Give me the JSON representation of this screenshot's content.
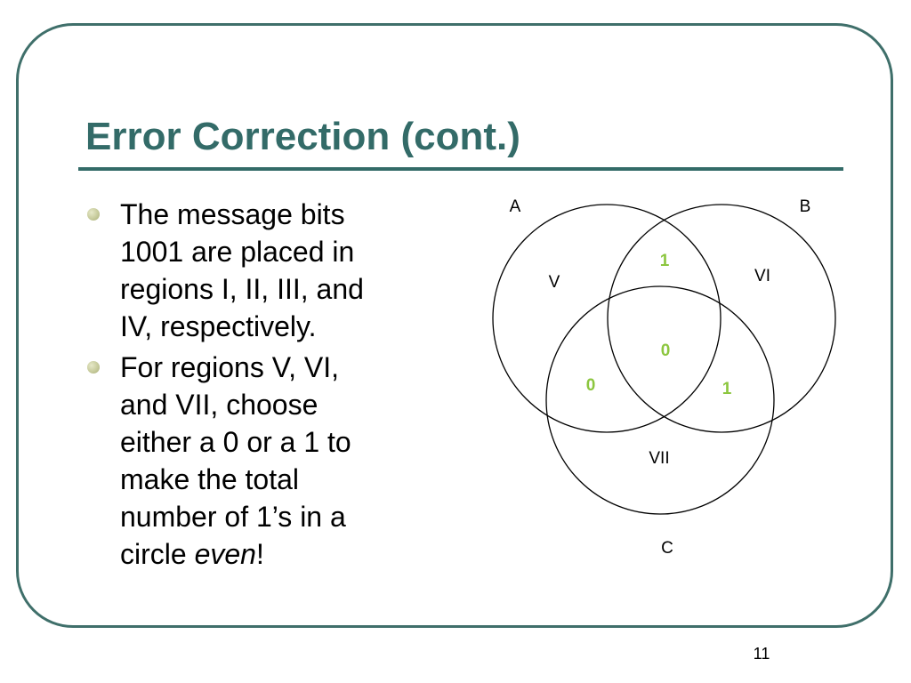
{
  "slide": {
    "title": "Error Correction (cont.)",
    "bullets": [
      {
        "lines": [
          "The message bits",
          "1001 are placed in",
          "regions I, II, III, and",
          "IV, respectively."
        ]
      },
      {
        "lines": [
          "For regions V, VI,",
          "and VII, choose",
          "either a 0 or a 1 to",
          "make the total",
          "number of 1’s in a"
        ],
        "last_line_prefix": "circle ",
        "last_line_emphasis": "even",
        "last_line_suffix": "!"
      }
    ],
    "slide_number": "11"
  },
  "venn": {
    "circle_labels": {
      "a": "A",
      "b": "B",
      "c": "C"
    },
    "region_labels": {
      "v": "V",
      "vi": "VI",
      "vii": "VII"
    },
    "bits": {
      "ab": "1",
      "abc": "0",
      "ac": "0",
      "bc": "1"
    },
    "colors": {
      "bit": "#8cc63f",
      "stroke": "#000000"
    }
  },
  "theme": {
    "accent": "#336b68",
    "frame": "#3f6f6a"
  }
}
